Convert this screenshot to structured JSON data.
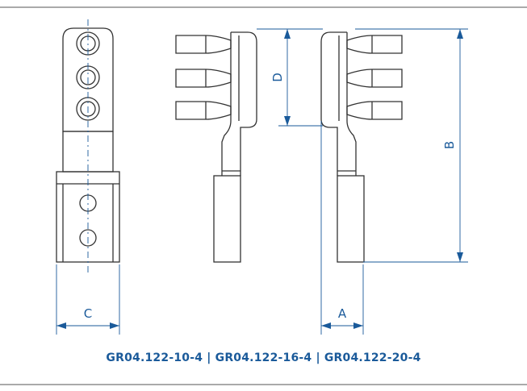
{
  "diagram": {
    "dimensions": {
      "A": "A",
      "B": "B",
      "C": "C",
      "D": "D"
    },
    "caption": "GR04.122-10-4  |  GR04.122-16-4  |  GR04.122-20-4"
  },
  "colors": {
    "line": "#333333",
    "dimension": "#1a5a9a",
    "frame": "#555555"
  }
}
